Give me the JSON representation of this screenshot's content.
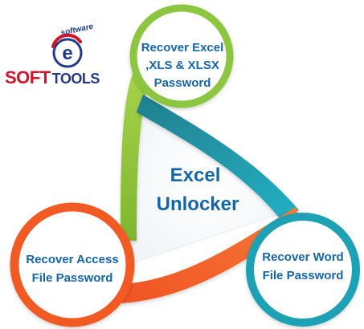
{
  "logo": {
    "icon_letter": "e",
    "brand_soft": "SOFT",
    "brand_tools": "TOOLS",
    "tagline": "software"
  },
  "center": {
    "line1": "Excel",
    "line2": "Unlocker"
  },
  "nodes": {
    "top": {
      "line1": "Recover Excel",
      "line2": ",XLS & XLSX",
      "line3": "Password"
    },
    "right": {
      "line1": "Recover Word",
      "line2": "File Password"
    },
    "left": {
      "line1": "Recover Access",
      "line2": "File Password"
    }
  },
  "colors": {
    "green": "#8cc63f",
    "teal": "#1aa1b5",
    "orange": "#f15a24",
    "text_blue": "#1565a9",
    "logo_red": "#d4122a",
    "logo_blue": "#233a8b"
  }
}
